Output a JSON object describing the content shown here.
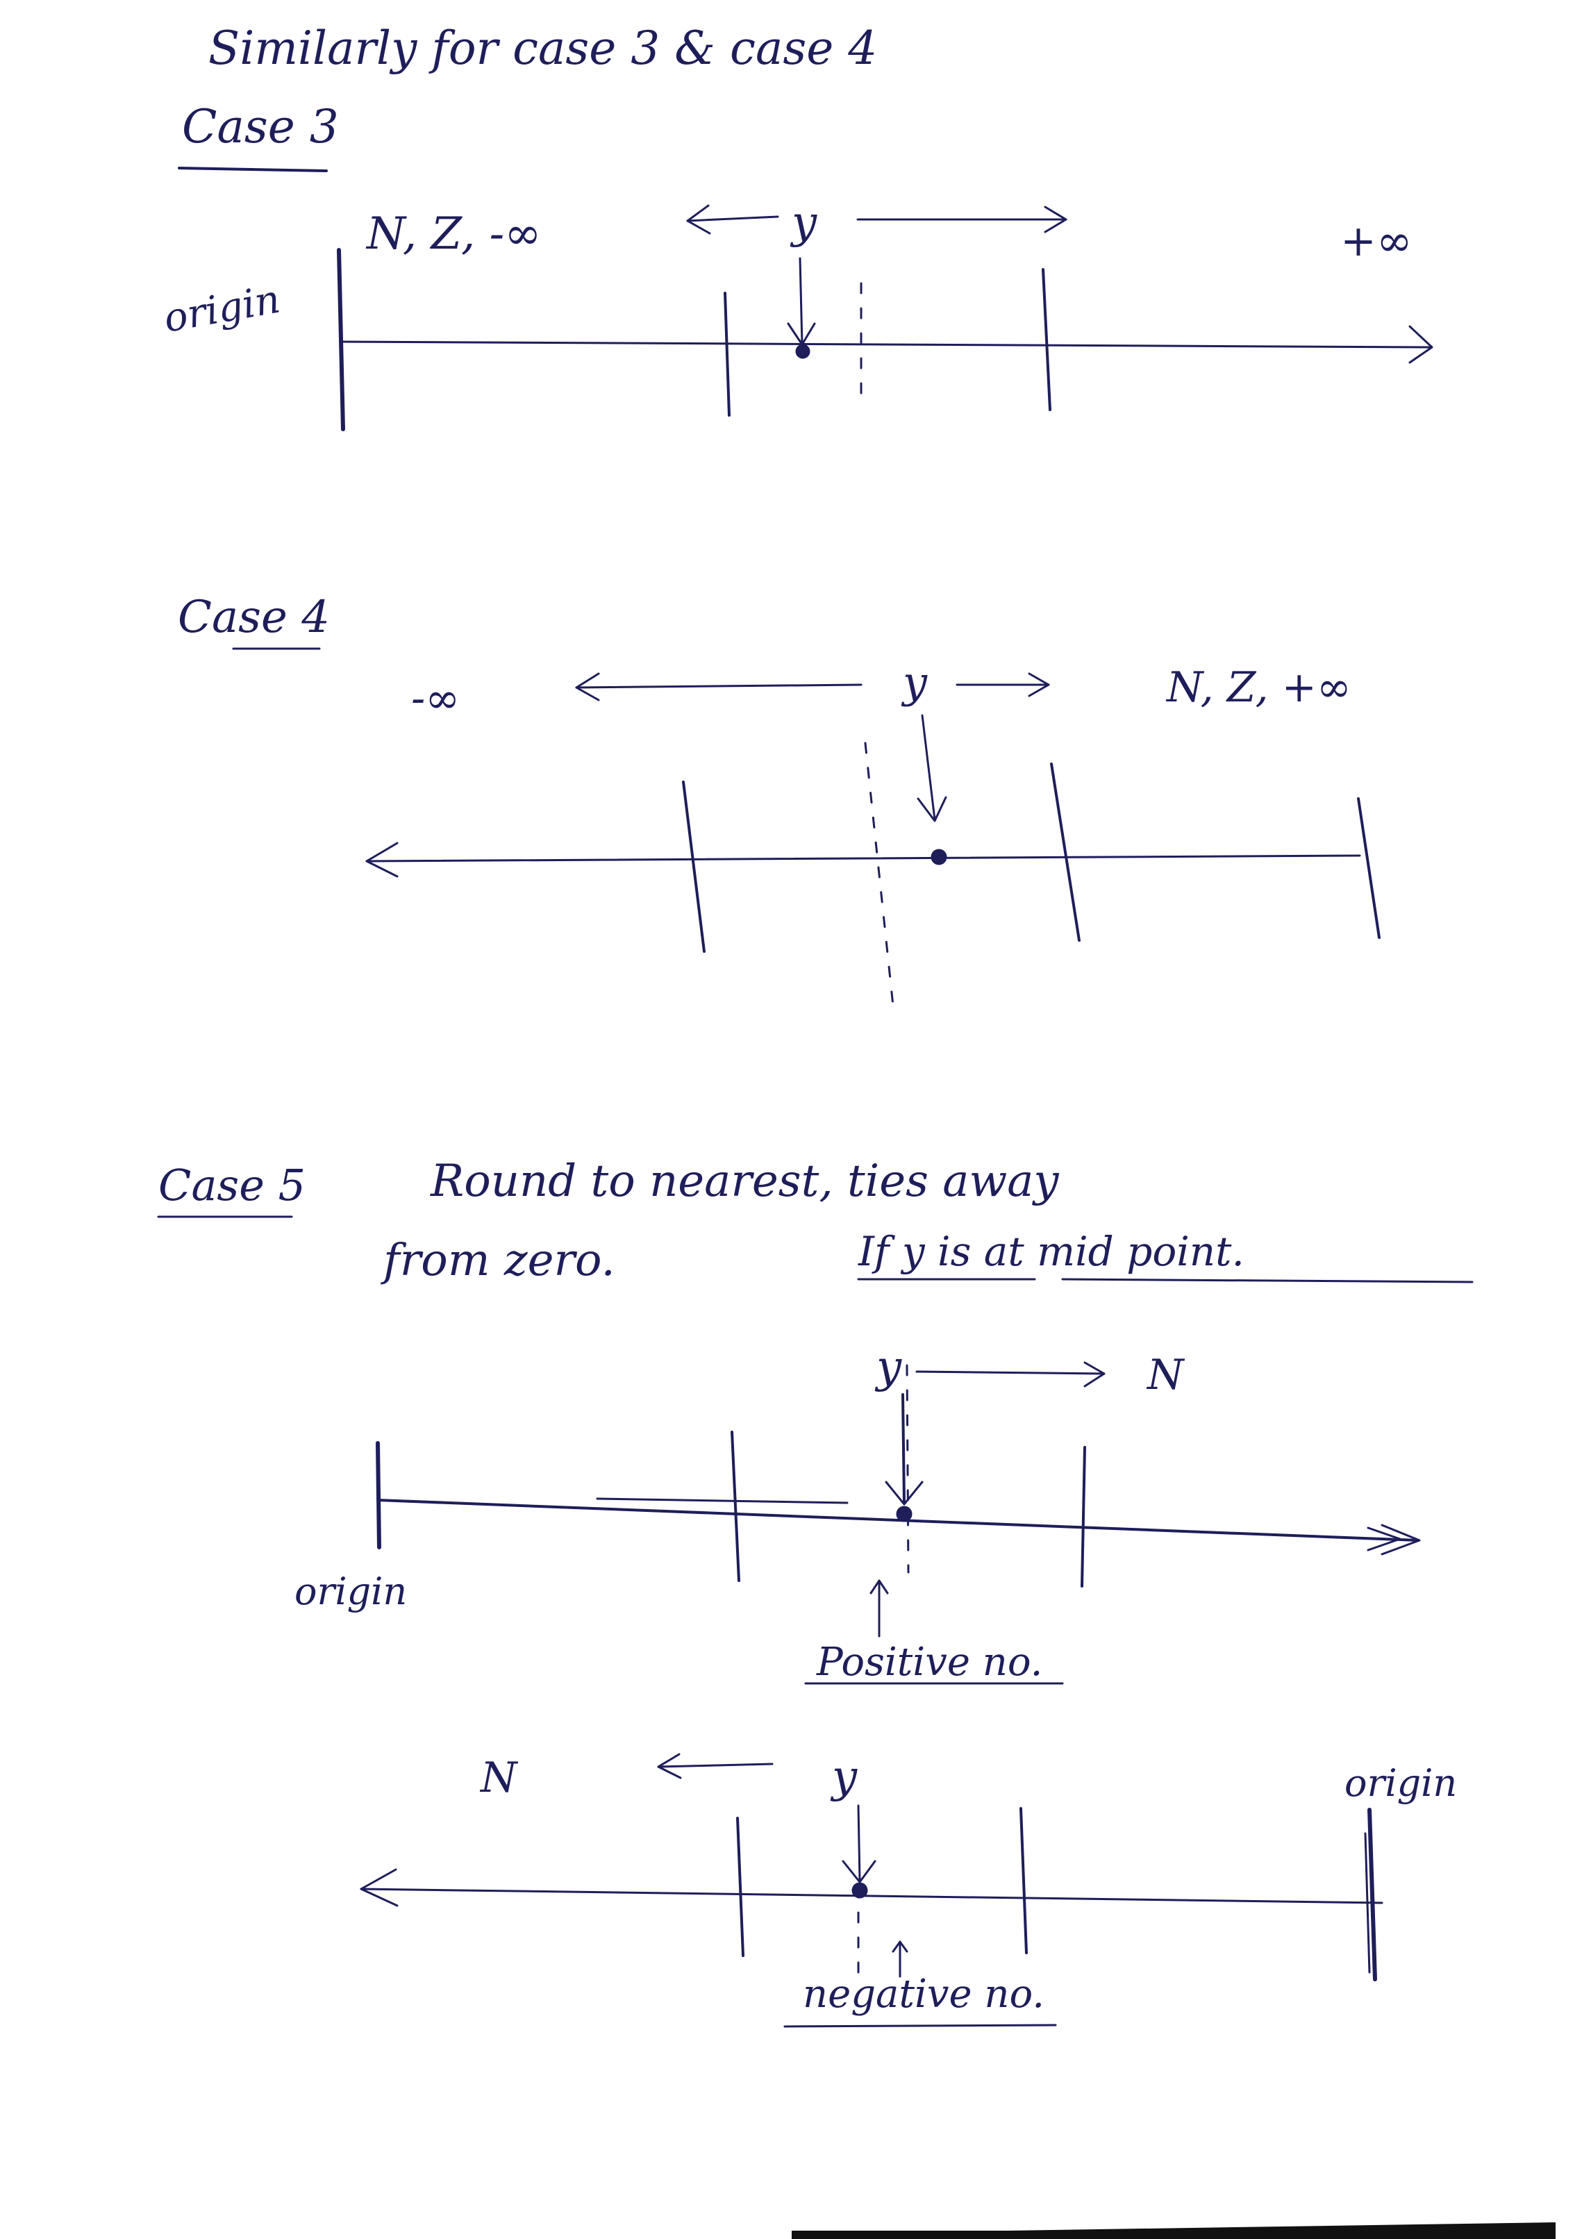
{
  "header": {
    "line1": "Similarly for case 3 & case 4",
    "case3_title": "Case 3"
  },
  "case3": {
    "values_label": "N, Z, -∞",
    "y_label": "y",
    "plus_inf_label": "+∞",
    "origin_label": "origin"
  },
  "case4": {
    "title": "Case 4",
    "minus_inf_label": "-∞",
    "y_label": "y",
    "values_label": "N, Z, +∞"
  },
  "case5": {
    "title": "Case 5",
    "text_line1": "Round to nearest, ties away",
    "text_line2_a": "from zero.",
    "text_line2_b": "If y is at mid point.",
    "positive": {
      "y_label": "y",
      "n_label": "N",
      "origin_label": "origin",
      "note": "Positive no."
    },
    "negative": {
      "n_label": "N",
      "y_label": "y",
      "origin_label": "origin",
      "note": "negative no."
    }
  }
}
